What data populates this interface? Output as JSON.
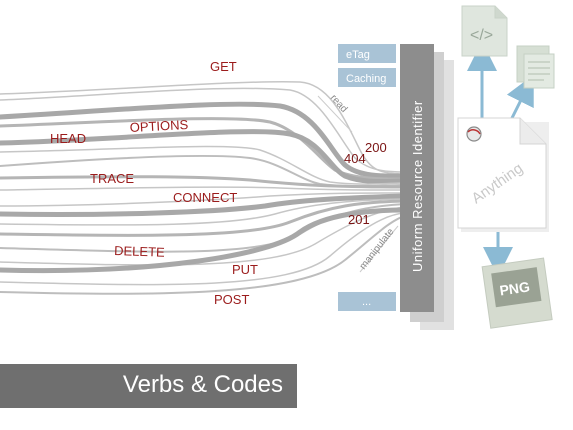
{
  "verbs": {
    "get": "GET",
    "options": "OPTIONS",
    "head": "HEAD",
    "trace": "TRACE",
    "connect": "CONNECT",
    "delete": "DELETE",
    "put": "PUT",
    "post": "POST"
  },
  "codes": {
    "c200": "200",
    "c404": "404",
    "c201": "201"
  },
  "labels": {
    "read": "read",
    "manipulate": "manipulate"
  },
  "tags": {
    "etag": "eTag",
    "caching": "Caching",
    "ellipsis": "..."
  },
  "uri_label": "Uniform Resource Identifier",
  "resource": {
    "anything": "Anything",
    "png": "PNG",
    "code_glyph": "</>"
  },
  "title": "Verbs & Codes",
  "colors": {
    "verb_text": "#9b1c1c",
    "line": "#a8a8a8",
    "tag_blue": "#a9c3d6",
    "uri_bar": "#8d8d8d",
    "arrow": "#8bbad4",
    "title_bar": "#6f6f6f"
  }
}
